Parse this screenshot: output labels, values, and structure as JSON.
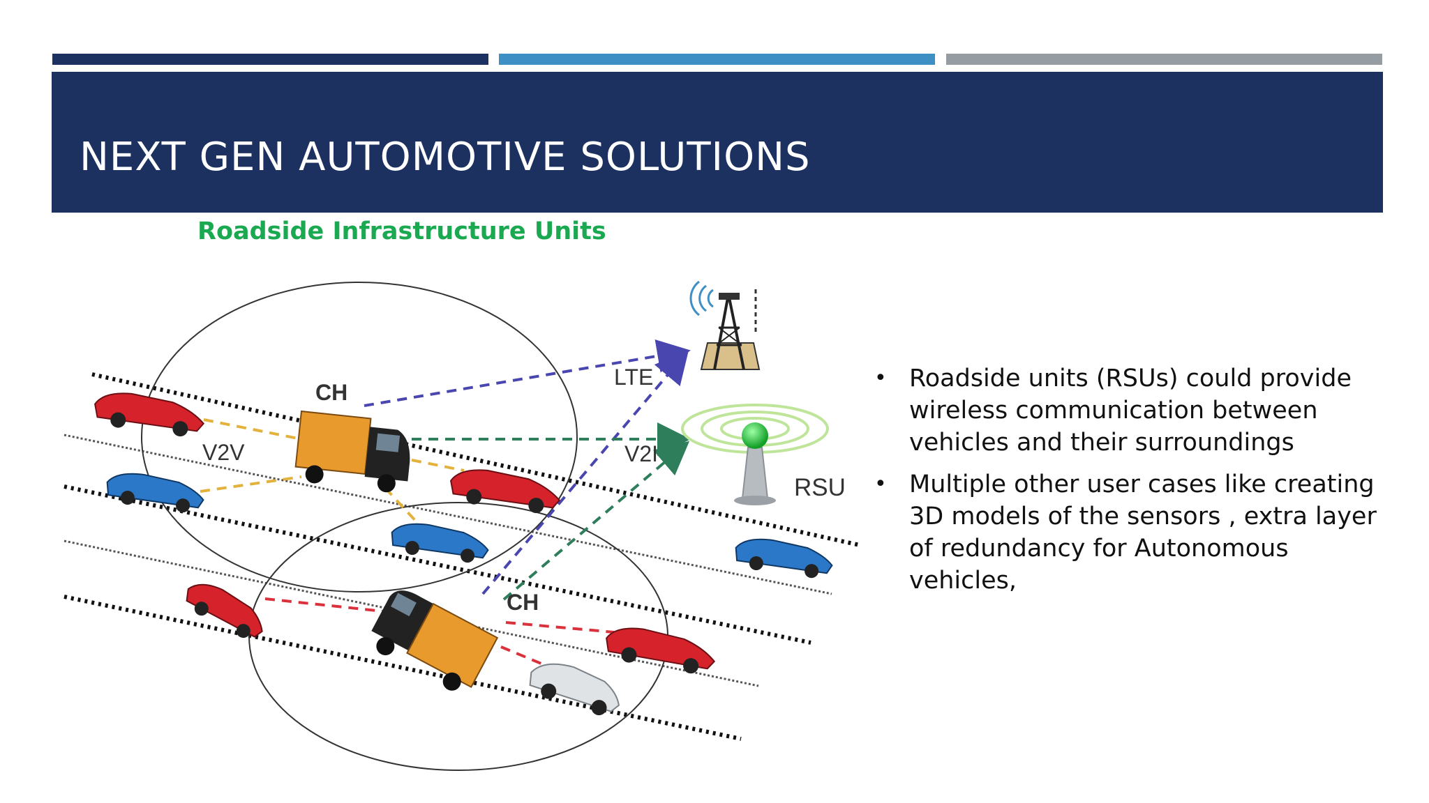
{
  "slide": {
    "title": "NEXT GEN AUTOMOTIVE SOLUTIONS",
    "subtitle": "Roadside Infrastructure Units"
  },
  "diagram": {
    "labels": {
      "ch_top": "CH",
      "ch_bottom": "CH",
      "v2v": "V2V",
      "v2i": "V2I",
      "lte": "LTE",
      "rsu": "RSU"
    }
  },
  "bullets": [
    "Roadside units (RSUs) could provide wireless communication between vehicles and their surroundings",
    "Multiple other user cases like creating 3D models of the sensors , extra layer of redundancy for Autonomous vehicles,"
  ],
  "colors": {
    "navy": "#1c3160",
    "blue": "#3d8fc4",
    "gray": "#959ca2",
    "green": "#1aa950",
    "purple_link": "#4a46b0",
    "green_link": "#2e7d5b",
    "yellow_link": "#e3b23c",
    "red_link": "#d9323c"
  }
}
